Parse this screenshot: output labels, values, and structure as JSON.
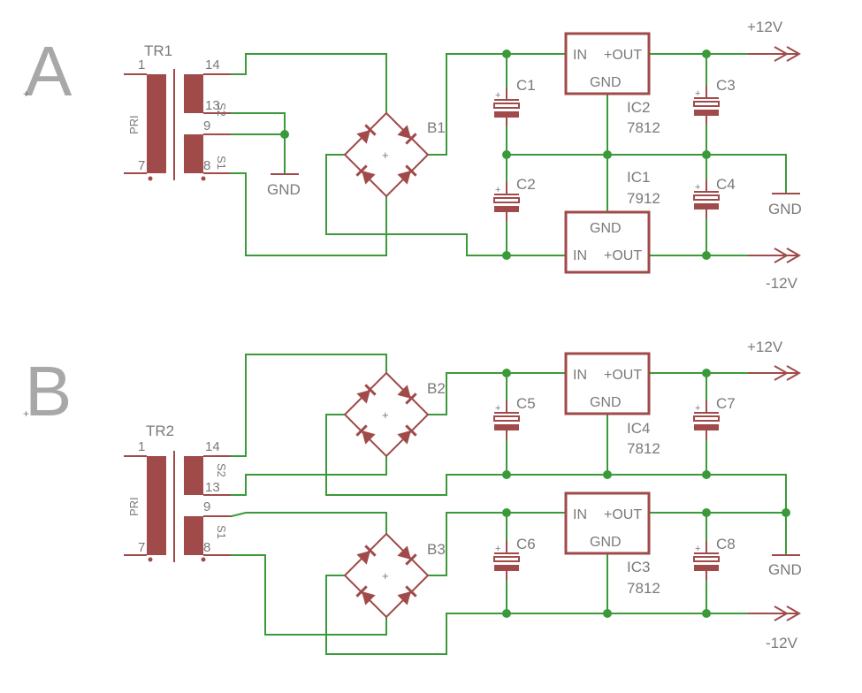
{
  "sections": {
    "a": {
      "letter": "A",
      "transformer": {
        "name": "TR1",
        "pins": {
          "p1": "1",
          "p7": "7",
          "p14": "14",
          "p13": "13",
          "p9": "9",
          "p8": "8"
        },
        "pri": "PRI",
        "s2": "S2",
        "s1": "S1"
      },
      "bridge": "B1",
      "gnd_mid": "GND",
      "gnd_right": "GND",
      "caps": {
        "c1": "C1",
        "c2": "C2",
        "c3": "C3",
        "c4": "C4"
      },
      "ic_top": {
        "name": "IC2",
        "part": "7812",
        "in": "IN",
        "out": "+OUT",
        "gnd": "GND"
      },
      "ic_bot": {
        "name": "IC1",
        "part": "7912",
        "in": "IN",
        "out": "+OUT",
        "gnd": "GND"
      },
      "pos_rail": "+12V",
      "neg_rail": "-12V"
    },
    "b": {
      "letter": "B",
      "transformer": {
        "name": "TR2",
        "pins": {
          "p1": "1",
          "p7": "7",
          "p14": "14",
          "p13": "13",
          "p9": "9",
          "p8": "8"
        },
        "pri": "PRI",
        "s2": "S2",
        "s1": "S1"
      },
      "bridge_top": "B2",
      "bridge_bot": "B3",
      "gnd_right": "GND",
      "caps": {
        "c5": "C5",
        "c6": "C6",
        "c7": "C7",
        "c8": "C8"
      },
      "ic_top": {
        "name": "IC4",
        "part": "7812",
        "in": "IN",
        "out": "+OUT",
        "gnd": "GND"
      },
      "ic_bot": {
        "name": "IC3",
        "part": "7812",
        "in": "IN",
        "out": "+OUT",
        "gnd": "GND"
      },
      "pos_rail": "+12V",
      "neg_rail": "-12V"
    }
  }
}
